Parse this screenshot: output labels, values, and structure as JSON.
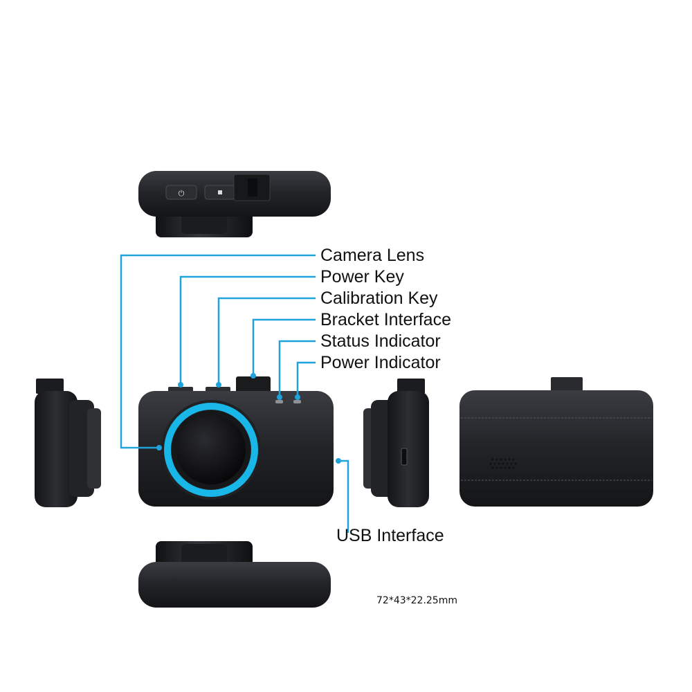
{
  "callouts": {
    "camera_lens": "Camera Lens",
    "power_key": "Power Key",
    "calibration_key": "Calibration Key",
    "bracket_interface": "Bracket Interface",
    "status_indicator": "Status Indicator",
    "power_indicator": "Power Indicator",
    "usb_interface": "USB Interface"
  },
  "dimensions": "72*43*22.25mm",
  "colors": {
    "accent": "#1fa3dc",
    "body": "#1c1d20",
    "lens_ring": "#19b7e8",
    "text": "#111111"
  }
}
